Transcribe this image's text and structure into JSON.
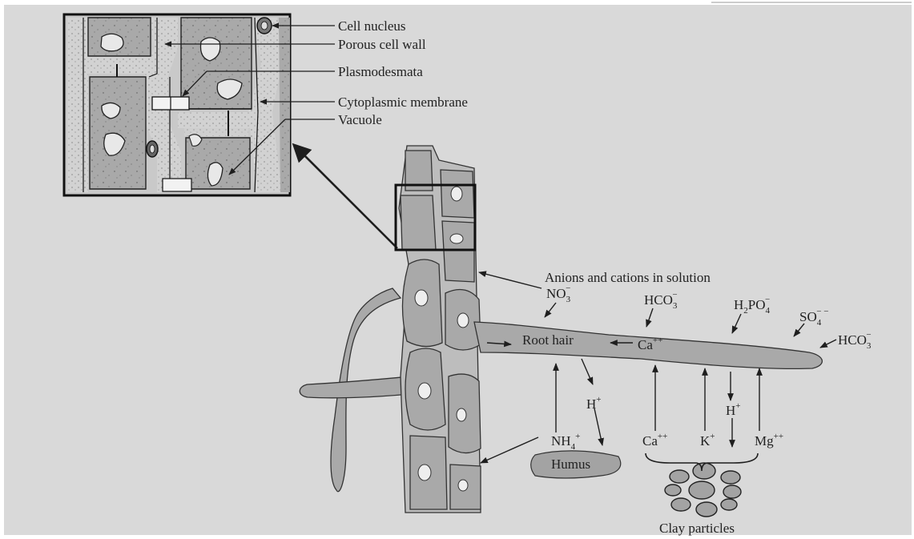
{
  "labels": {
    "cell_nucleus": "Cell nucleus",
    "porous_cell_wall": "Porous cell wall",
    "plasmodesmata": "Plasmodesmata",
    "cytoplasmic_membrane": "Cytoplasmic membrane",
    "vacuole": "Vacuole",
    "anions_cations": "Anions and cations in solution",
    "root_hair": "Root hair",
    "humus": "Humus",
    "clay_particles": "Clay particles"
  },
  "ions": {
    "no3": {
      "base": "NO",
      "sub": "3",
      "sup": "−"
    },
    "hco3_top": {
      "base": "HCO",
      "sub": "3",
      "sup": "−"
    },
    "h2po4": {
      "base": "H",
      "sub": "2",
      "mid": "PO",
      "sub2": "4",
      "sup": "−"
    },
    "so4": {
      "base": "SO",
      "sub": "4",
      "sup": "− −"
    },
    "hco3_right": {
      "base": "HCO",
      "sub": "3",
      "sup": "−"
    },
    "ca_hair": {
      "base": "Ca",
      "sup": "++"
    },
    "h_left": {
      "base": "H",
      "sup": "+"
    },
    "nh4": {
      "base": "NH",
      "sub": "4",
      "sup": "+"
    },
    "ca_bottom": {
      "base": "Ca",
      "sup": "++"
    },
    "k": {
      "base": "K",
      "sup": "+"
    },
    "h_right": {
      "base": "H",
      "sup": "+"
    },
    "mg": {
      "base": "Mg",
      "sup": "++"
    }
  },
  "colors": {
    "background": "#d9d9d9",
    "cell_fill": "#a9a9a9",
    "wall_fill": "#cdcdcd",
    "ink": "#1e1e1e"
  }
}
